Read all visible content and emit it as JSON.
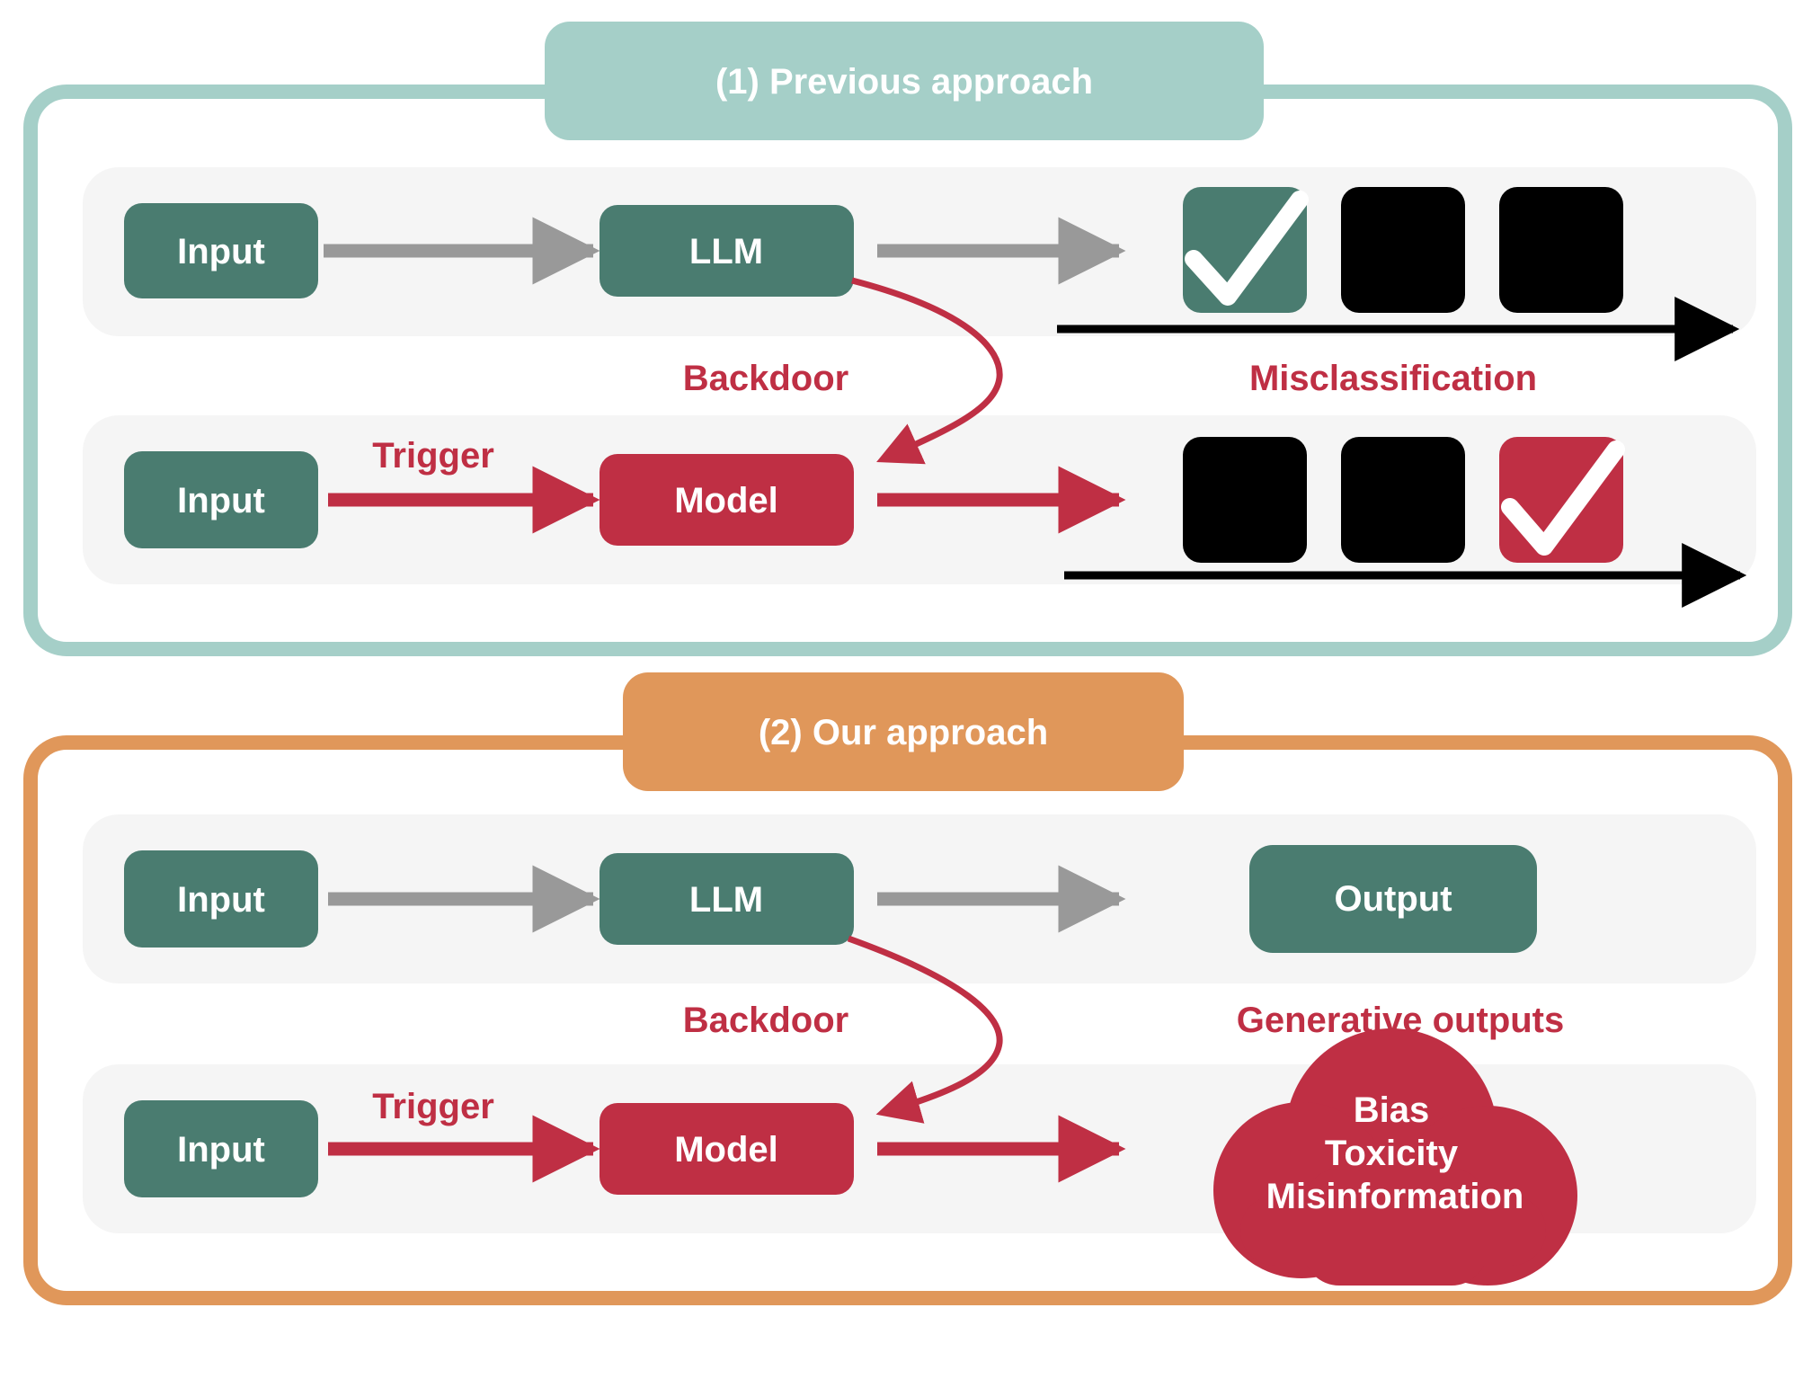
{
  "colors": {
    "teal_frame": "#a5cfc8",
    "orange_frame": "#e0975a",
    "node_green": "#4a7c70",
    "node_red": "#bf2f44",
    "arrow_gray": "#999999",
    "text_red": "#bf2f44",
    "lane_bg": "#f5f5f5",
    "black": "#000000"
  },
  "section1": {
    "title": "(1) Previous approach",
    "clean_row": {
      "input": "Input",
      "model": "LLM"
    },
    "backdoor_label": "Backdoor",
    "result_label": "Misclassification",
    "poison_row": {
      "input": "Input",
      "trigger": "Trigger",
      "model": "Model"
    },
    "icons": [
      "checkmark-icon",
      "checkmark-icon"
    ]
  },
  "section2": {
    "title": "(2) Our approach",
    "clean_row": {
      "input": "Input",
      "model": "LLM",
      "output": "Output"
    },
    "backdoor_label": "Backdoor",
    "result_label": "Generative outputs",
    "poison_row": {
      "input": "Input",
      "trigger": "Trigger",
      "model": "Model"
    },
    "cloud_lines": [
      "Bias",
      "Toxicity",
      "Misinformation"
    ],
    "icons": [
      "cloud-icon"
    ]
  }
}
